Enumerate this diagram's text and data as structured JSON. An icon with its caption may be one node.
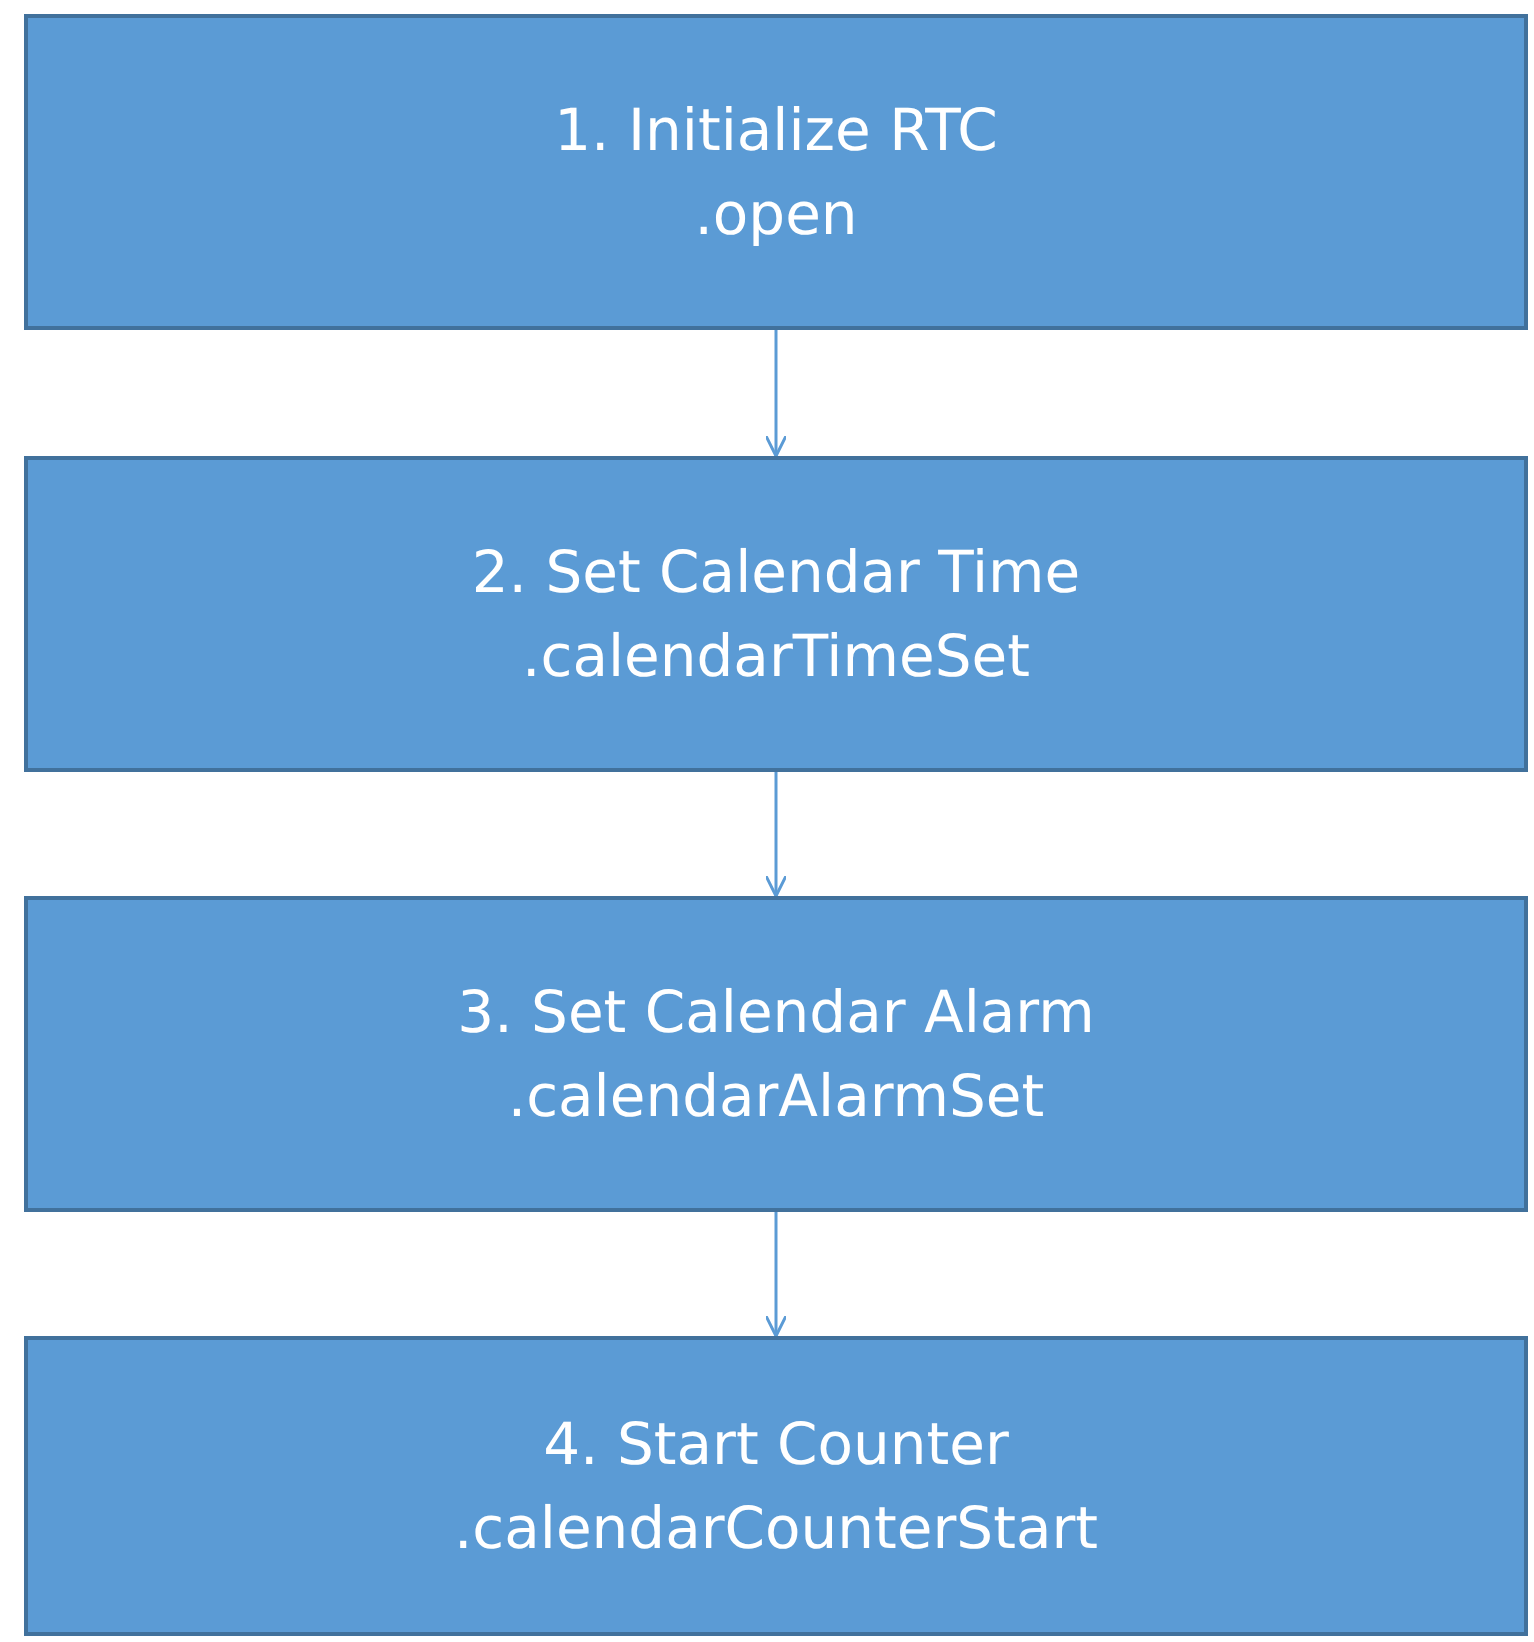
{
  "diagram": {
    "nodes": [
      {
        "text": [
          "1. Initialize RTC",
          ".open"
        ]
      },
      {
        "text": [
          "2. Set Calendar Time",
          ".calendarTimeSet"
        ]
      },
      {
        "text": [
          "3. Set Calendar Alarm",
          ".calendarAlarmSet"
        ]
      },
      {
        "text": [
          "4. Start Counter",
          ".calendarCounterStart"
        ]
      }
    ],
    "edges": [
      {
        "from": 0,
        "to": 1,
        "arrow": "to"
      },
      {
        "from": 1,
        "to": 2,
        "arrow": "to"
      },
      {
        "from": 2,
        "to": 3,
        "arrow": "to"
      }
    ]
  }
}
